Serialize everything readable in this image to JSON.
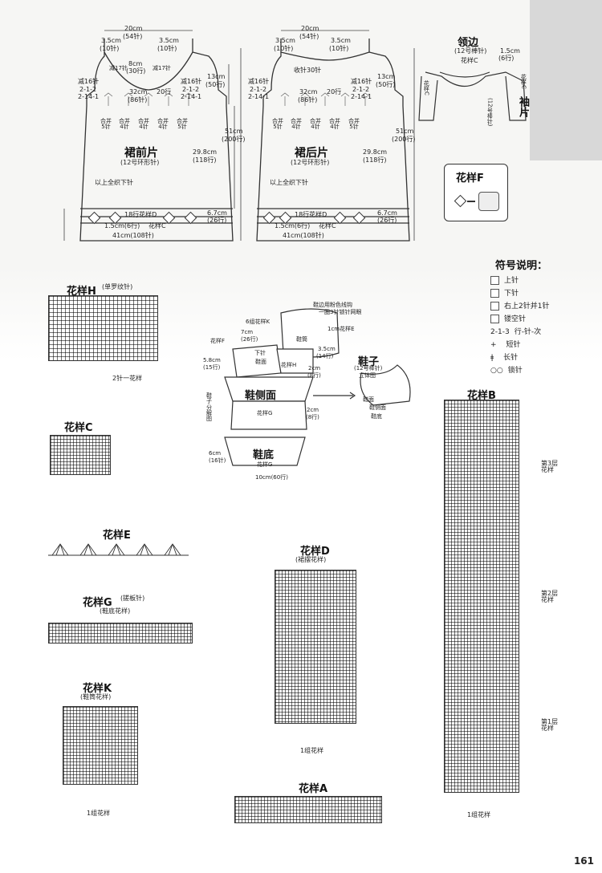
{
  "page_number": "161",
  "front_panel": {
    "title": "裙前片",
    "needle": "(12号环形针)",
    "top_width": "20cm",
    "top_width_sts": "(54针)",
    "shoulder_left": "3.5cm",
    "shoulder_left_sts": "(10针)",
    "shoulder_right": "3.5cm",
    "shoulder_right_sts": "(10针)",
    "neck_depth": "8cm",
    "neck_depth_rows": "(30行)",
    "neck_dec_left": "减17针",
    "neck_dec_right": "减17针",
    "armhole_depth": "13cm",
    "armhole_rows": "(50行)",
    "dec_left": "减16针",
    "dec_left_rule_a": "2-1-2",
    "dec_left_rule_b": "2-14-1",
    "dec_right": "减16针",
    "dec_right_rule_a": "2-1-2",
    "dec_right_rule_b": "2-14-1",
    "chest_width": "32cm",
    "chest_sts": "(86针)",
    "chest_rows": "20行",
    "dec_labels": [
      "合并 5针",
      "合并 4针",
      "合并 4针",
      "合并 4针",
      "合并 5针"
    ],
    "total_height": "51cm",
    "total_rows": "(200行)",
    "skirt_height": "29.8cm",
    "skirt_rows": "(118行)",
    "knit_note": "以上全织下针",
    "hem_height": "6.7cm",
    "hem_rows": "(26行)",
    "pattern_d": "18行花样D",
    "hem_border": "1.5cm(6行)",
    "pattern_c": "花样C",
    "bottom_width": "41cm(108针)"
  },
  "back_panel": {
    "title": "裙后片",
    "needle": "(12号环形针)",
    "top_width": "20cm",
    "top_width_sts": "(54针)",
    "shoulder_left": "3.5cm",
    "shoulder_left_sts": "(10针)",
    "shoulder_right": "3.5cm",
    "shoulder_right_sts": "(10针)",
    "neck_note": "收针30针",
    "armhole_depth": "13cm",
    "armhole_rows": "(50行)",
    "dec_left": "减16针",
    "dec_left_rule_a": "2-1-2",
    "dec_left_rule_b": "2-14-1",
    "dec_right": "减16针",
    "dec_right_rule_a": "2-1-2",
    "dec_right_rule_b": "2-14-1",
    "chest_width": "32cm",
    "chest_sts": "(86针)",
    "chest_rows": "20行",
    "dec_labels": [
      "合并 5针",
      "合并 4针",
      "合并 4针",
      "合并 4针",
      "合并 5针"
    ],
    "total_height": "51cm",
    "total_rows": "(200行)",
    "skirt_height": "29.8cm",
    "skirt_rows": "(118行)",
    "knit_note": "以上全织下针",
    "hem_height": "6.7cm",
    "hem_rows": "(26行)",
    "pattern_d": "18行花样D",
    "hem_border": "1.5cm(6行)",
    "pattern_c": "花样C",
    "bottom_width": "41cm(108针)"
  },
  "collar": {
    "title": "领边",
    "needle": "(12号棒针)",
    "pattern": "花样C",
    "edge": "1.5cm",
    "edge_rows": "(6行)",
    "sleeve_title": "袖片",
    "sleeve_needle": "(12号棒针)",
    "sleeve_pattern_left": "花样C",
    "sleeve_pattern_right": "花样C"
  },
  "pattern_f": {
    "title": "花样F"
  },
  "symbols": {
    "title": "符号说明：",
    "items": [
      {
        "label": "上针"
      },
      {
        "label": "下针"
      },
      {
        "label": "右上2针并1针"
      },
      {
        "label": "镂空针"
      },
      {
        "prefix": "2-1-3",
        "label": "行-针-次"
      },
      {
        "label": "短针"
      },
      {
        "label": "长针"
      },
      {
        "label": "锁针"
      }
    ]
  },
  "pattern_h": {
    "title": "花样H",
    "subtitle": "(单罗纹针)",
    "note": "2针一花样"
  },
  "pattern_c_chart": {
    "title": "花样C"
  },
  "shoe": {
    "top_note": "鞋边用粉色线钩",
    "top_note2": "一圈3针锁针网眼",
    "top_label": "6组花样K",
    "top_w": "7cm",
    "top_w_rows": "(26行)",
    "patF": "花样F",
    "xiazhen": "下针",
    "xiemian": "鞋面",
    "patH": "花样H",
    "depth": "5.8cm",
    "depth_rows": "(15行)",
    "h1": "3.5cm",
    "h1_rows": "(14行)",
    "h2": "2cm",
    "h2_rows": "(8行)",
    "cm1": "1cm花样E",
    "xietong": "鞋筒",
    "side": "鞋侧面",
    "side_pattern": "花样G",
    "side_h": "2cm",
    "side_h_rows": "(8行)",
    "explode_label": "鞋子分解图",
    "sole": "鞋底",
    "sole_pattern": "花样G",
    "sole_h": "6cm",
    "sole_h_rows": "(16针)",
    "sole_w": "10cm(60行)",
    "result_title": "鞋子",
    "result_sub": "(12号棒针)",
    "result_sub2": "立体图",
    "result_face": "鞋面",
    "result_side": "鞋侧面",
    "result_sole": "鞋底"
  },
  "pattern_e": {
    "title": "花样E"
  },
  "pattern_g": {
    "title": "花样G",
    "subtitle1": "(搓板针)",
    "subtitle2": "(鞋底花样)"
  },
  "pattern_d_chart": {
    "title": "花样D",
    "subtitle": "(裙摆花样)",
    "repeat": "1组花样"
  },
  "pattern_k": {
    "title": "花样K",
    "subtitle": "(鞋筒花样)",
    "repeat": "1组花样"
  },
  "pattern_a": {
    "title": "花样A"
  },
  "pattern_b": {
    "title": "花样B",
    "layer3": "第3层花样",
    "layer2": "第2层花样",
    "layer1": "第1层花样",
    "repeat": "1组花样"
  }
}
